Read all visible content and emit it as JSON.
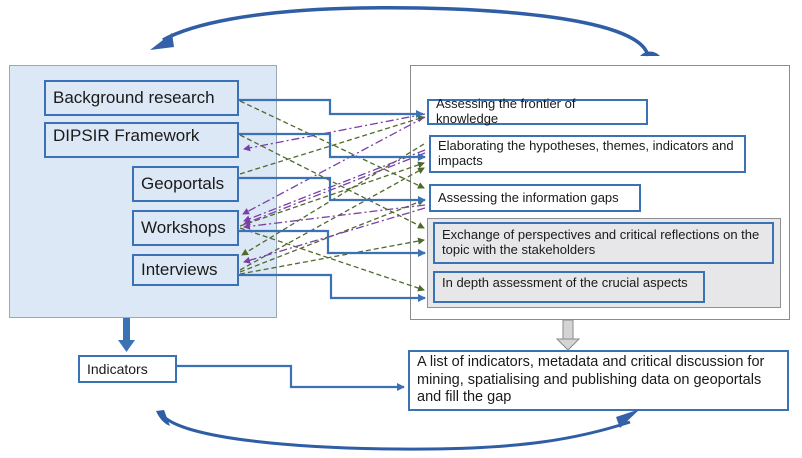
{
  "diagram": {
    "inputs": [
      {
        "id": "background",
        "label": "Background research"
      },
      {
        "id": "dipsir",
        "label": "DIPSIR Framework"
      },
      {
        "id": "geoportals",
        "label": "Geoportals"
      },
      {
        "id": "workshops",
        "label": "Workshops"
      },
      {
        "id": "interviews",
        "label": "Interviews"
      }
    ],
    "outcomes": [
      {
        "id": "frontier",
        "label": "Assessing the frontier of knowledge"
      },
      {
        "id": "elaborating",
        "label": "Elaborating the hypotheses, themes, indicators and impacts"
      },
      {
        "id": "gaps",
        "label": "Assessing the information gaps"
      },
      {
        "id": "exchange",
        "label": "Exchange of perspectives and critical reflections on the topic with the stakeholders"
      },
      {
        "id": "depth",
        "label": "In depth assessment of the crucial aspects"
      }
    ],
    "indicators": {
      "label": "Indicators"
    },
    "result": {
      "label": "A list of indicators, metadata and critical discussion for mining, spatialising and publishing data on geoportals and fill the gap"
    },
    "connections": {
      "primary": [
        {
          "from": "background",
          "to": "frontier"
        },
        {
          "from": "dipsir",
          "to": "elaborating"
        },
        {
          "from": "geoportals",
          "to": "gaps"
        },
        {
          "from": "workshops",
          "to": "exchange"
        },
        {
          "from": "interviews",
          "to": "depth"
        },
        {
          "from": "indicators",
          "to": "result"
        }
      ],
      "secondary_dashed": [
        {
          "from": "background",
          "to": "gaps"
        },
        {
          "from": "dipsir",
          "to": "exchange"
        },
        {
          "from": "geoportals",
          "to": "frontier"
        },
        {
          "from": "workshops",
          "to": "depth"
        },
        {
          "from": "workshops",
          "to": "elaborating"
        },
        {
          "from": "interviews",
          "to": "elaborating"
        },
        {
          "from": "interviews",
          "to": "gaps"
        },
        {
          "from": "interviews",
          "to": "exchange"
        },
        {
          "from": "workshops",
          "to": "gaps"
        }
      ],
      "feedback_dashdot": [
        {
          "from": "frontier",
          "to": "dipsir"
        },
        {
          "from": "frontier",
          "to": "workshops"
        },
        {
          "from": "elaborating",
          "to": "workshops"
        },
        {
          "from": "gaps",
          "to": "workshops"
        },
        {
          "from": "gaps",
          "to": "interviews"
        },
        {
          "from": "elaborating",
          "to": "interviews"
        }
      ]
    },
    "colors": {
      "primary_arrow": "#3b72b5",
      "dashed_arrow": "#4e6b2e",
      "dashdot_arrow": "#7a3fa8",
      "cycle_arrow": "#3461a8",
      "left_panel_fill": "#dce8f5",
      "subpanel_fill": "#e7e6e8"
    }
  }
}
